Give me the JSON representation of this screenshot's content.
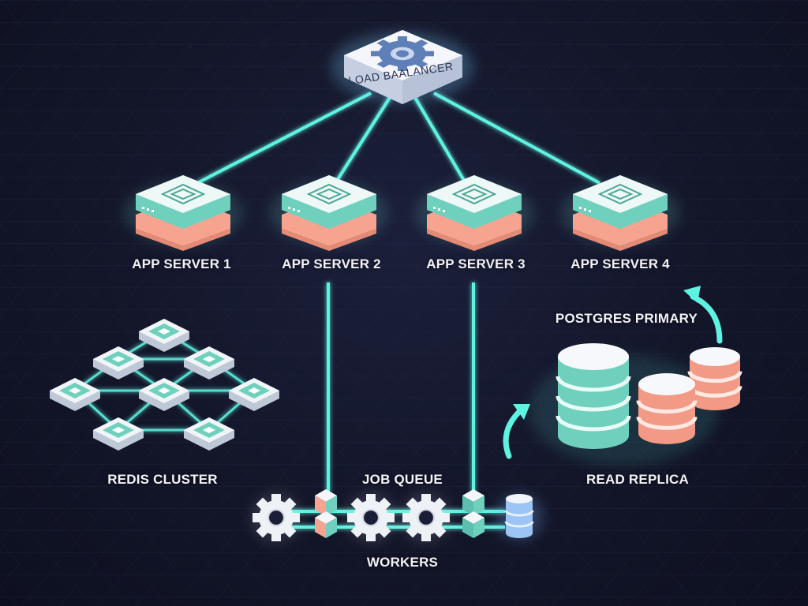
{
  "diagram": {
    "load_balancer": "LOAD BAALANCER",
    "app_servers": [
      "APP SERVER 1",
      "APP SERVER 2",
      "APP SERVER 3",
      "APP SERVER 4"
    ],
    "redis": "REDIS CLUSTER",
    "queue": "JOB QUEUE",
    "workers": "WORKERS",
    "db_primary": "POSTGRES PRIMARY",
    "db_replica": "READ REPLICA"
  },
  "colors": {
    "background": "#131629",
    "link": "#5ef2e0",
    "teal": "#6fd0bd",
    "salmon": "#f6a48f",
    "node_face": "#f2f5f8"
  },
  "icons": [
    "gear-icon",
    "server-icon",
    "redis-node-icon",
    "database-icon",
    "queue-box-icon",
    "arrow-icon"
  ]
}
